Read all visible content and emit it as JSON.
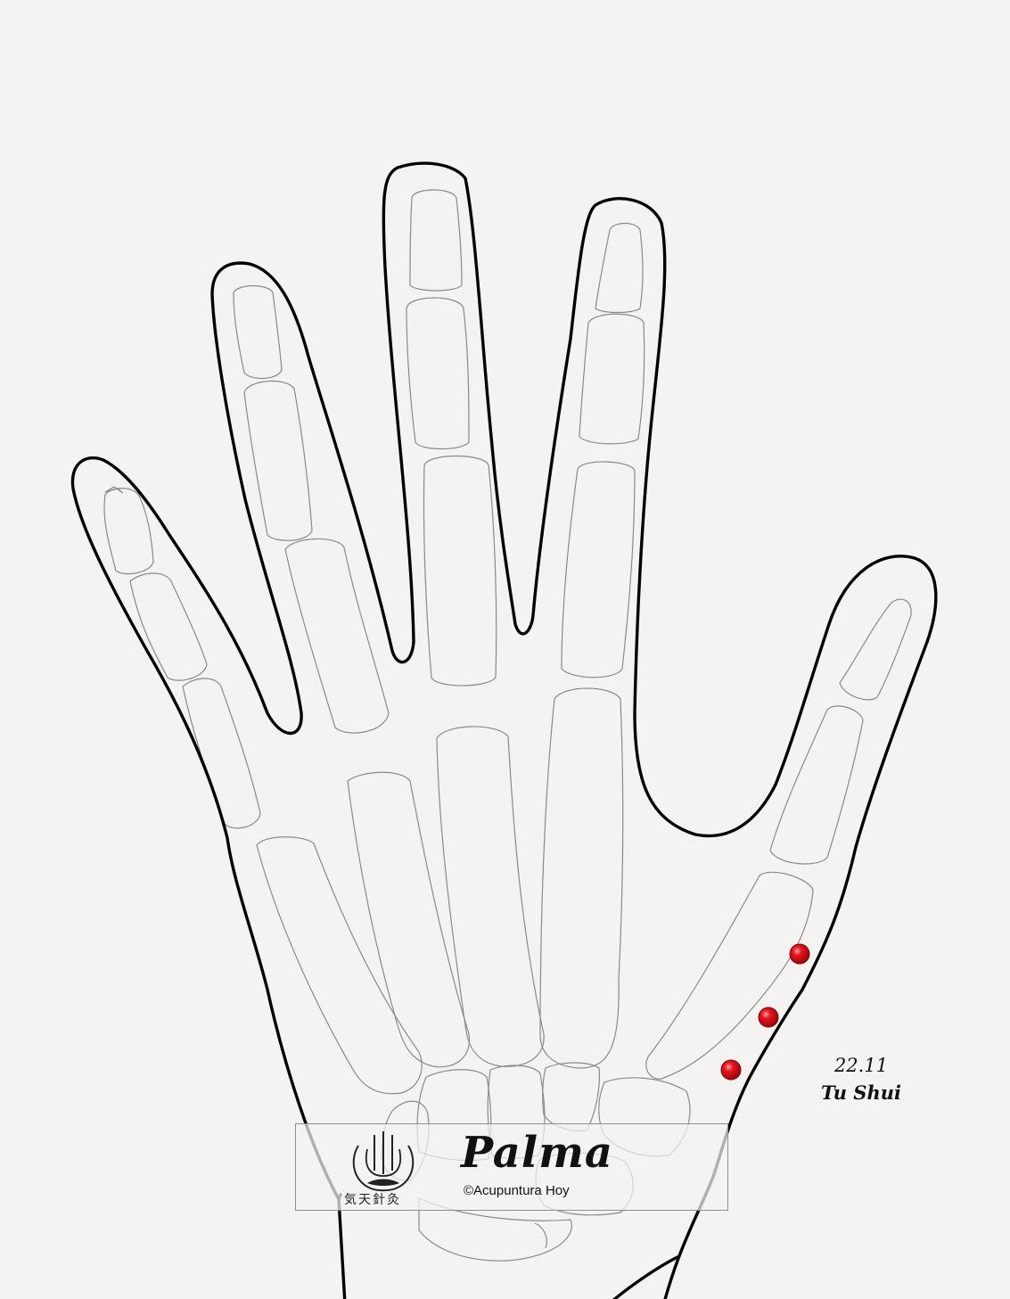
{
  "diagram": {
    "title": "Palma",
    "copyright": "©Acupuntura Hoy",
    "logo_text": "気天針灸",
    "point": {
      "code": "22.11",
      "name": "Tu Shui"
    },
    "point_color": "#d8121a",
    "outline_color": "#000000",
    "bone_color": "#8a8a8a",
    "background_color": "#f4f3f1",
    "points_count": 3
  }
}
